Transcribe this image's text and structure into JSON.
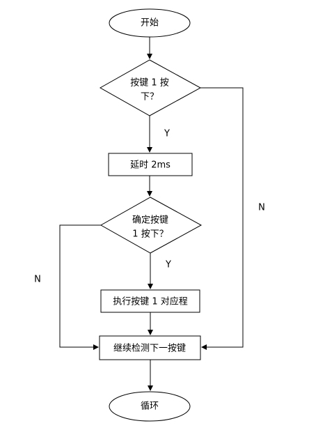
{
  "nodes": {
    "start": "开始",
    "decision1_line1": "按键 1 按",
    "decision1_line2": "下？",
    "delay": "延时 2ms",
    "decision2_line1": "确定按键",
    "decision2_line2": "1 按下？",
    "execute": "执行按键 1 对应程",
    "continue": "继续检测下一按键",
    "loop": "循环"
  },
  "edges": {
    "d1_yes": "Y",
    "d1_no": "N",
    "d2_yes": "Y",
    "d2_no": "N"
  }
}
